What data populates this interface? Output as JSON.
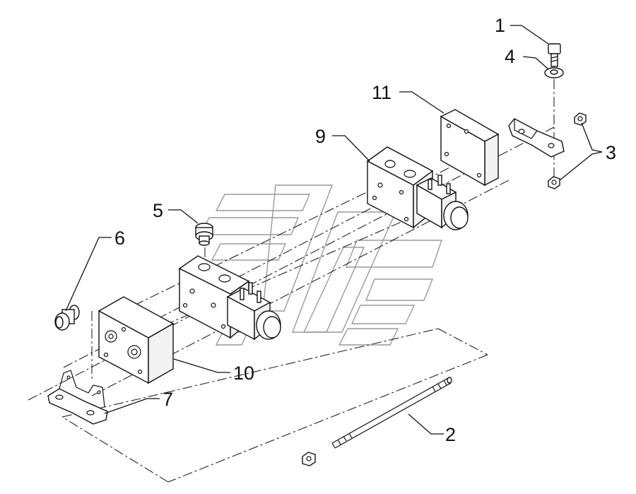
{
  "diagram": {
    "callouts": [
      {
        "id": "1",
        "text": "1"
      },
      {
        "id": "2",
        "text": "2"
      },
      {
        "id": "3",
        "text": "3"
      },
      {
        "id": "4",
        "text": "4"
      },
      {
        "id": "5",
        "text": "5"
      },
      {
        "id": "6",
        "text": "6"
      },
      {
        "id": "7",
        "text": "7"
      },
      {
        "id": "9",
        "text": "9"
      },
      {
        "id": "10",
        "text": "10"
      },
      {
        "id": "11",
        "text": "11"
      }
    ]
  },
  "colors": {
    "ink": "#111111",
    "background": "#ffffff",
    "watermark": "#9a9a9a"
  }
}
